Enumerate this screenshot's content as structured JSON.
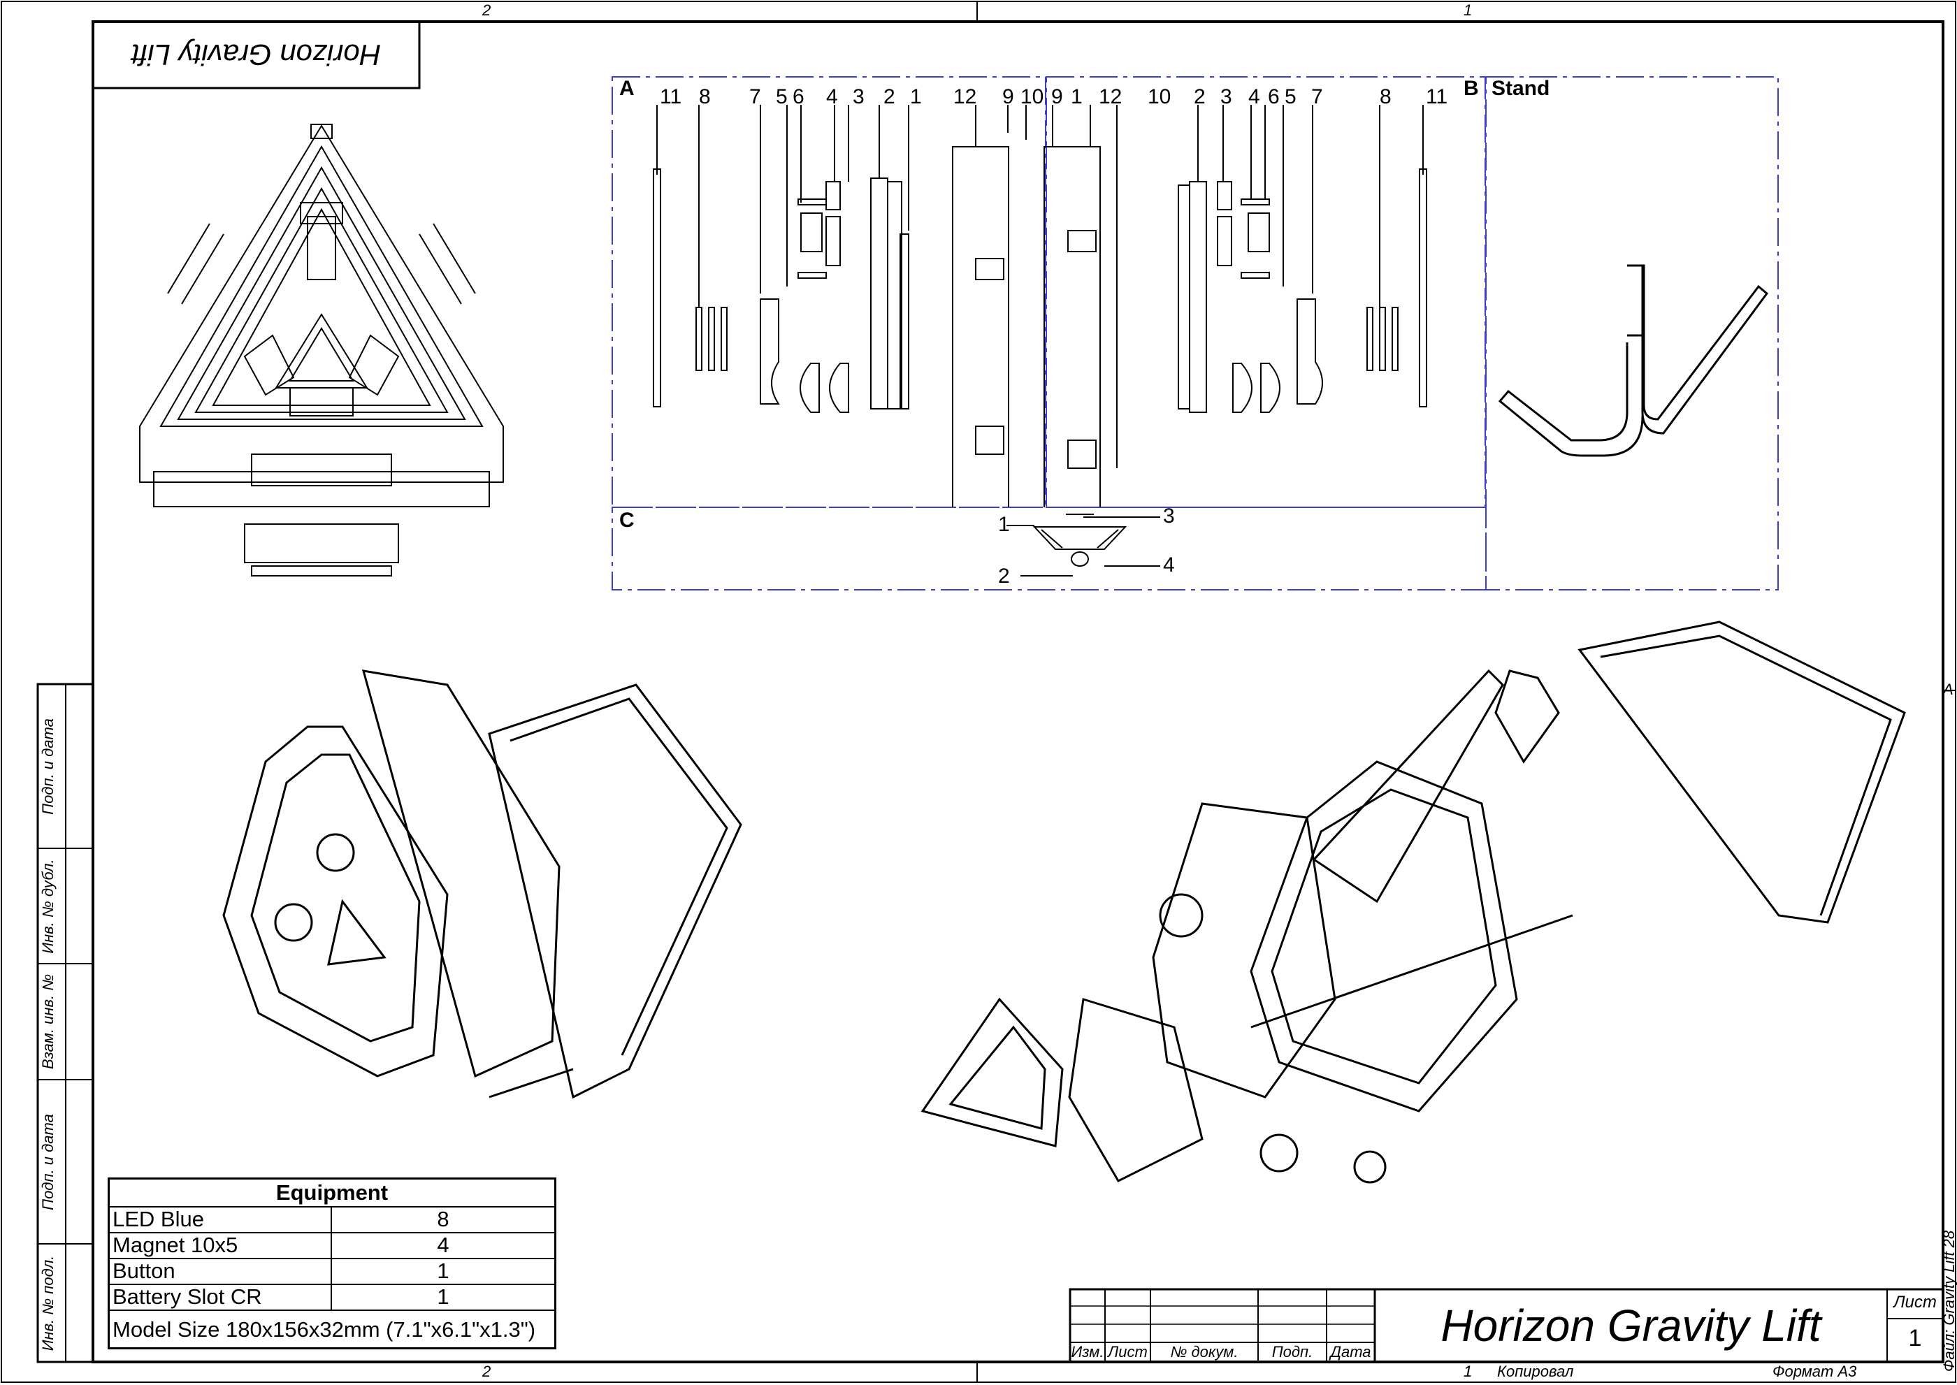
{
  "drawing": {
    "title": "Horizon Gravity Lift",
    "title_inverted_box": "Horizon Gravity Lift",
    "sheet_label": "Лист",
    "sheet_number": "1",
    "file_label": "Файл: Gravity Lift 28",
    "copied_label": "Копировал",
    "copied_number": "1",
    "format_label": "Формат А3",
    "zone_top_left": "2",
    "zone_top_right": "1",
    "zone_bottom_left": "2",
    "zone_bottom_right": "1",
    "zone_right": "A"
  },
  "title_block": {
    "headers": [
      "Изм.",
      "Лист",
      "№ докум.",
      "Подп.",
      "Дата"
    ]
  },
  "side_stamp": [
    "Подп. и дата",
    "Инв. № дубл.",
    "Взам. инв. №",
    "Подп. и дата",
    "Инв. № подл."
  ],
  "views": {
    "A": "A",
    "B": "B",
    "C": "C",
    "stand": "Stand",
    "A_callouts": [
      "11",
      "8",
      "7",
      "5",
      "6",
      "4",
      "3",
      "2",
      "1",
      "12",
      "9",
      "10"
    ],
    "B_callouts": [
      "9",
      "1",
      "12",
      "10",
      "2",
      "3",
      "4",
      "6",
      "5",
      "7",
      "8",
      "11"
    ],
    "C_callouts": [
      "1",
      "3",
      "2",
      "4"
    ]
  },
  "equipment": {
    "title": "Equipment",
    "rows": [
      {
        "name": "LED Blue",
        "qty": "8"
      },
      {
        "name": "Magnet 10x5",
        "qty": "4"
      },
      {
        "name": "Button",
        "qty": "1"
      },
      {
        "name": "Battery Slot CR",
        "qty": "1"
      }
    ],
    "model_size": "Model Size 180x156x32mm (7.1\"x6.1\"x1.3\")"
  },
  "colors": {
    "line": "#000000",
    "view_frame": "#3b3bd6",
    "background": "#ffffff"
  }
}
